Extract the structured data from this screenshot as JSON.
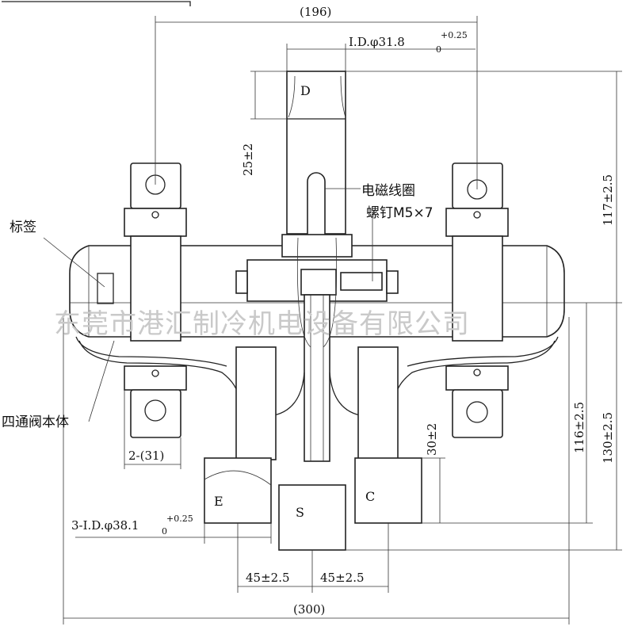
{
  "dimensions": {
    "width_top": "(196)",
    "id_top_prefix": "I.D.φ31.8",
    "id_top_sup": "+0.25",
    "id_top_sub": "0",
    "d25": "25±2",
    "d117": "117±2.5",
    "d116": "116±2.5",
    "d130": "130±2.5",
    "d30": "30±2",
    "bracket": "2-(31)",
    "id_bottom_prefix": "3-I.D.φ38.1",
    "id_bottom_sup": "+0.25",
    "id_bottom_sub": "0",
    "offset_left": "45±2.5",
    "offset_right": "45±2.5",
    "width_bottom": "(300)"
  },
  "labels": {
    "coil": "电磁线圈",
    "screw": "螺钉M5×7",
    "tag": "标签",
    "valve_body": "四通阀本体"
  },
  "ports": {
    "d": "D",
    "e": "E",
    "s": "S",
    "c": "C"
  },
  "watermark": "东莞市港汇制冷机电设备有限公司"
}
